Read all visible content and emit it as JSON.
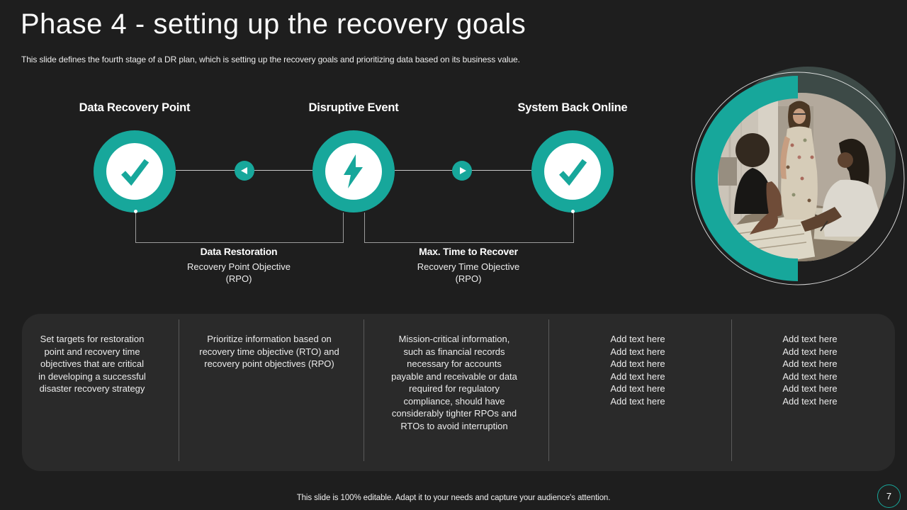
{
  "header": {
    "title": "Phase 4 - setting up the recovery goals",
    "subtitle": "This slide defines the fourth stage of a DR plan, which is setting up the recovery goals and prioritizing data based on its business value."
  },
  "colors": {
    "accent_teal": "#17a79b",
    "background": "#1e1e1e",
    "panel": "#2a2a2a",
    "backdrop_circle": "#3d4a47"
  },
  "timeline": {
    "milestones": [
      {
        "label": "Data Recovery Point",
        "icon": "check-icon"
      },
      {
        "label": "Disruptive Event",
        "icon": "lightning-icon"
      },
      {
        "label": "System Back Online",
        "icon": "check-icon"
      }
    ],
    "arrows": [
      {
        "icon": "triangle-left-icon"
      },
      {
        "icon": "triangle-right-icon"
      }
    ],
    "spans": [
      {
        "title": "Data Restoration",
        "subtitle": "Recovery Point Objective\n(RPO)"
      },
      {
        "title": "Max. Time to Recover",
        "subtitle": "Recovery Time Objective\n(RPO)"
      }
    ]
  },
  "panel": {
    "columns": [
      {
        "text": "Set targets for restoration\npoint and recovery time\nobjectives that are critical\nin developing  a successful\ndisaster recovery strategy"
      },
      {
        "text": "Prioritize information based on\nrecovery time objective (RTO) and\nrecovery point objectives (RPO)"
      },
      {
        "text": "Mission-critical information,\nsuch as financial records\nnecessary for accounts\npayable and receivable or data\nrequired for regulatory\ncompliance, should have\nconsiderably tighter RPOs and\nRTOs to avoid interruption"
      },
      {
        "text": "Add text here\nAdd text here\nAdd text here\nAdd text here\nAdd text here\nAdd text here"
      },
      {
        "text": "Add text here\nAdd text here\nAdd text here\nAdd text here\nAdd text here\nAdd text here"
      }
    ]
  },
  "photo": {
    "description": "Three colleagues reviewing blueprints around a table"
  },
  "footer": {
    "note": "This slide is 100% editable. Adapt it to your needs and capture your audience's attention.",
    "page_number": "7"
  }
}
